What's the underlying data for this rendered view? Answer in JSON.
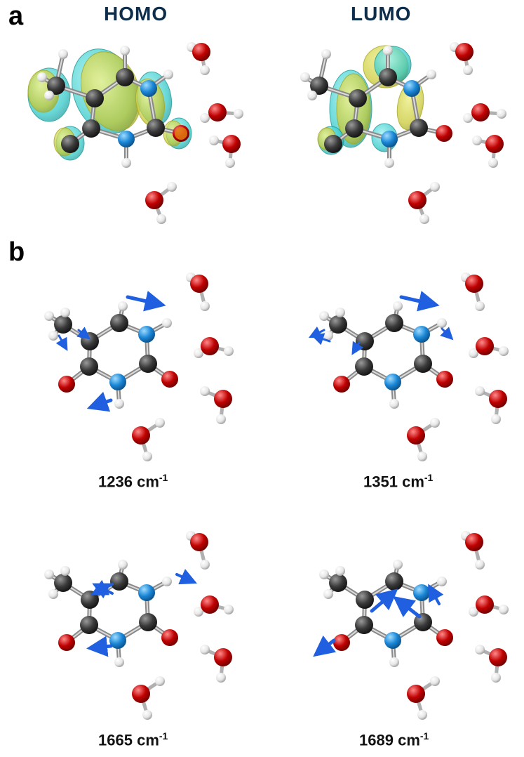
{
  "panels": {
    "a": {
      "letter": "a",
      "homo_title": "HOMO",
      "lumo_title": "LUMO"
    },
    "b": {
      "letter": "b"
    }
  },
  "modes": [
    {
      "value": "1236",
      "unit": "cm",
      "exp": "-1"
    },
    {
      "value": "1351",
      "unit": "cm",
      "exp": "-1"
    },
    {
      "value": "1665",
      "unit": "cm",
      "exp": "-1"
    },
    {
      "value": "1689",
      "unit": "cm",
      "exp": "-1"
    }
  ],
  "colors": {
    "carbon": "#3a3a3a",
    "nitrogen": "#1a86d6",
    "oxygen": "#c00000",
    "hydrogen": "#e8e8e8",
    "orbital_yellow": "#c8c832",
    "orbital_cyan": "#2cc6c6",
    "vibration_arrow": "#1f5fe0",
    "title_navy": "#0d2d4a"
  }
}
